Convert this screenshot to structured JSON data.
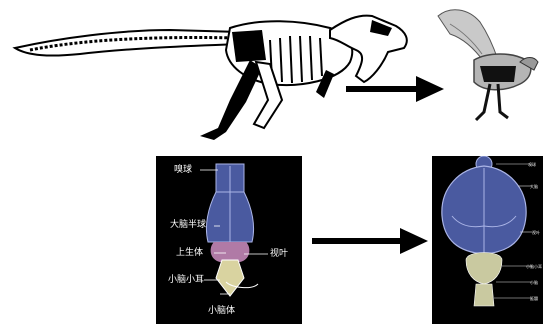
{
  "left_brain": {
    "labels": {
      "olfactory_bulb": "嗅球",
      "cerebrum": "大脑半球",
      "pineal": "上生体",
      "optic_lobe": "视叶",
      "cerebellum": "小脑小耳",
      "medulla": "小脑体"
    }
  },
  "right_brain": {
    "labels": [
      "嗅球",
      "大脑",
      "视叶",
      "小脑小耳",
      "小脑",
      "延髓"
    ]
  },
  "colors": {
    "brain_fill": "#4a5aa0",
    "brain_stroke": "#aab4e6",
    "optic_pink": "#b07aa6",
    "cerebellum": "#c9c9a0",
    "arrow": "#000000",
    "panel_bg": "#000000"
  }
}
